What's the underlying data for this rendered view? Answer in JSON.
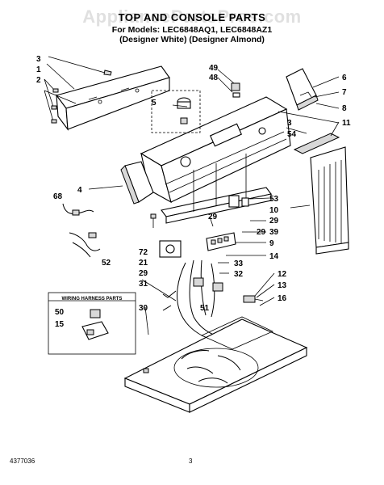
{
  "watermark": "AppliancePartsPros.com",
  "header": {
    "title": "TOP AND CONSOLE PARTS",
    "models": "For Models: LEC6848AQ1, LEC6848AZ1",
    "colors": "(Designer White)  (Designer Almond)"
  },
  "wiring_box": {
    "title": "WIRING HARNESS PARTS"
  },
  "callouts": [
    "3",
    "1",
    "2",
    "5",
    "49",
    "48",
    "6",
    "7",
    "8",
    "3",
    "54",
    "11",
    "4",
    "68",
    "53",
    "10",
    "29",
    "29",
    "39",
    "29",
    "9",
    "72",
    "14",
    "21",
    "33",
    "29",
    "32",
    "52",
    "31",
    "51",
    "12",
    "13",
    "30",
    "16",
    "50",
    "15"
  ],
  "footer": {
    "doc_number": "4377036",
    "page": "3"
  }
}
